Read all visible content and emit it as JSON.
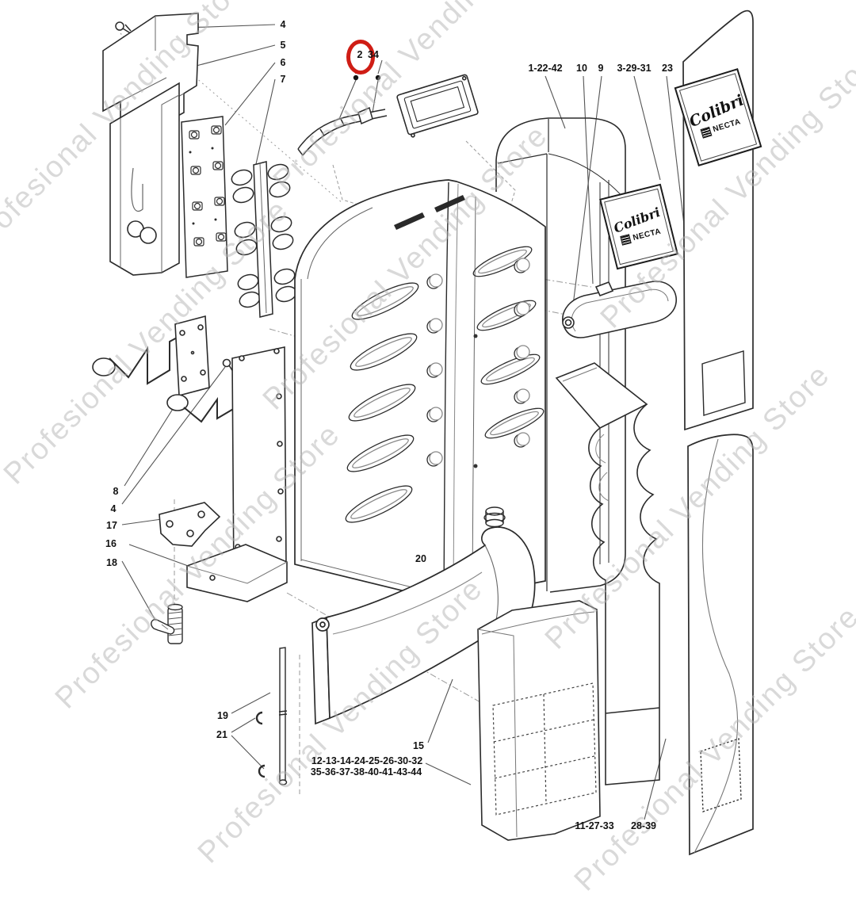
{
  "watermark": {
    "text": "Profesional Vending Store"
  },
  "branding": {
    "colibri": "Colibri",
    "necta": "NECTA"
  },
  "highlight": {
    "circled_part": "2"
  },
  "callouts": [
    "4",
    "5",
    "6",
    "7",
    "2",
    "34",
    "1-22-42",
    "10",
    "9",
    "3-29-31",
    "23",
    "8",
    "4",
    "17",
    "16",
    "18",
    "20",
    "19",
    "21",
    "15",
    "12-13-14-24-25-26-30-32",
    "35-36-37-38-40-41-43-44",
    "11-27-33",
    "28-39"
  ]
}
